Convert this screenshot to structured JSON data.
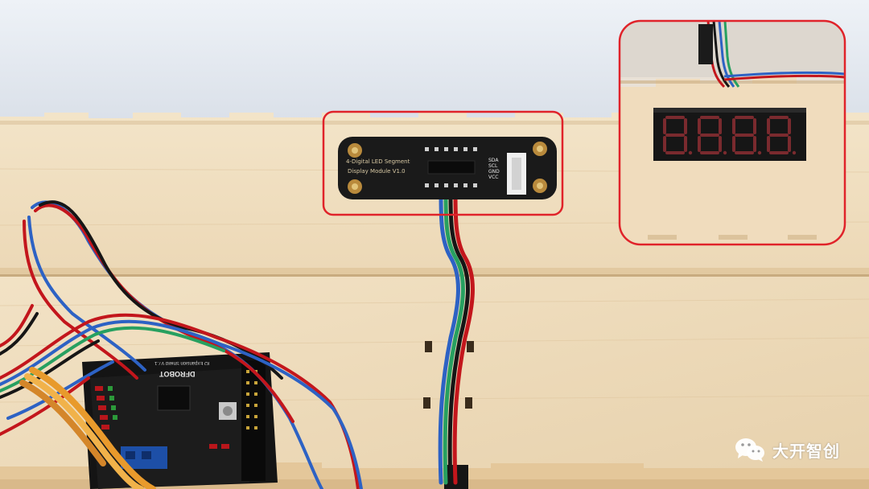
{
  "module": {
    "title_line1": "4-Digital LED Segment",
    "title_line2": "Display Module V1.0",
    "pins": [
      "SDA",
      "SCL",
      "GND",
      "VCC"
    ]
  },
  "board": {
    "brand": "DFROBOT",
    "sub_label": "IO Expansion Shield V7.1"
  },
  "display_digits": "8.8.8.8.",
  "watermark": {
    "icon": "wechat-icon",
    "text": "大开智创"
  },
  "colors": {
    "highlight": "#e0232a",
    "wood": "#f0dfc2",
    "pcb": "#1a1a1a",
    "led_off": "#3a1416"
  }
}
